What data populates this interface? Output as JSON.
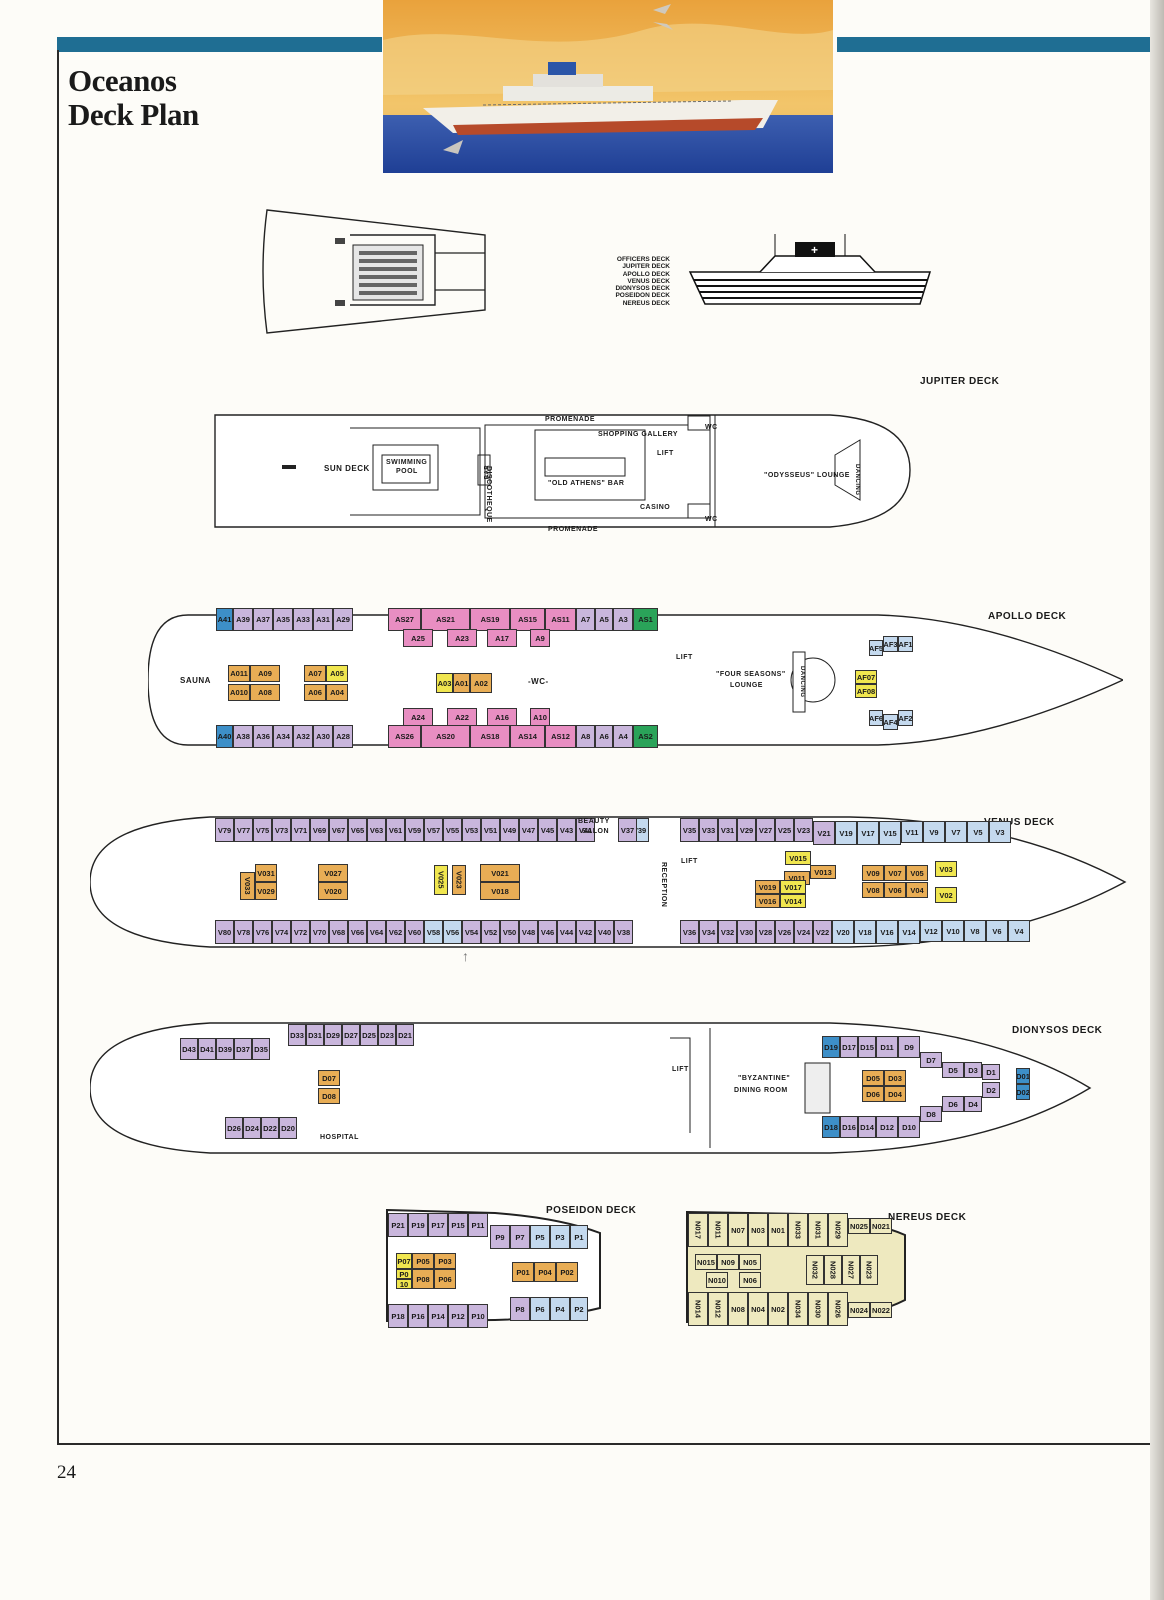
{
  "title": {
    "line1": "Oceanos",
    "line2": "Deck Plan"
  },
  "page_number": "24",
  "profile_decks": [
    "OFFICERS DECK",
    "JUPITER DECK",
    "APOLLO DECK",
    "VENUS DECK",
    "DIONYSOS DECK",
    "POSEIDON DECK",
    "NEREUS DECK"
  ],
  "jupiter": {
    "name": "JUPITER DECK",
    "labels": {
      "sun_deck": "SUN DECK",
      "pool_1": "SWIMMING",
      "pool_2": "POOL",
      "bar": "BAR",
      "disco": "DISCOTHEQUE",
      "shopping": "SHOPPING GALLERY",
      "old_athens": "\"OLD ATHENS\" BAR",
      "casino": "CASINO",
      "lift": "LIFT",
      "wc": "WC",
      "promenade": "PROMENADE",
      "lounge": "\"ODYSSEUS\" LOUNGE",
      "dancing": "DANCING"
    }
  },
  "apollo": {
    "name": "APOLLO DECK",
    "labels": {
      "sauna": "SAUNA",
      "wc": "-WC-",
      "lift": "LIFT",
      "lounge_1": "\"FOUR SEASONS\"",
      "lounge_2": "LOUNGE",
      "dancing": "DANCING"
    },
    "cabins_top": [
      "A41",
      "A39",
      "A37",
      "A35",
      "A33",
      "A31",
      "A29",
      "AS27",
      "AS21",
      "AS19",
      "AS15",
      "AS11",
      "A7",
      "A5",
      "A3",
      "AS1"
    ],
    "cabins_top_inner": [
      "A25",
      "A23",
      "A17",
      "A9"
    ],
    "cabins_bottom": [
      "A40",
      "A38",
      "A36",
      "A34",
      "A32",
      "A30",
      "A28",
      "AS26",
      "AS20",
      "AS18",
      "AS14",
      "AS12",
      "A8",
      "A6",
      "A4",
      "AS2"
    ],
    "cabins_bottom_inner": [
      "A24",
      "A22",
      "A16",
      "A10"
    ],
    "cabins_inner": [
      "A011",
      "A09",
      "A010",
      "A08",
      "A07",
      "A05",
      "A06",
      "A04",
      "A03",
      "A01",
      "A02"
    ],
    "cabins_fwd": [
      "AF5",
      "AF3",
      "AF1",
      "AF07",
      "AF08",
      "AF6",
      "AF4",
      "AF2"
    ]
  },
  "venus": {
    "name": "VENUS DECK",
    "labels": {
      "beauty_1": "BEAUTY",
      "beauty_2": "SALON",
      "reception": "RECEPTION",
      "lift": "LIFT"
    },
    "cabins_top": [
      "V79",
      "V77",
      "V75",
      "V73",
      "V71",
      "V69",
      "V67",
      "V65",
      "V63",
      "V61",
      "V59",
      "V57",
      "V55",
      "V53",
      "V51",
      "V49",
      "V47",
      "V45",
      "V43",
      "V41",
      "V39",
      "V37",
      "V35",
      "V33",
      "V31",
      "V29",
      "V27",
      "V25",
      "V23",
      "V21",
      "V19",
      "V17",
      "V15",
      "V11",
      "V9",
      "V7",
      "V5",
      "V3"
    ],
    "cabins_bottom": [
      "V80",
      "V78",
      "V76",
      "V74",
      "V72",
      "V70",
      "V68",
      "V66",
      "V64",
      "V62",
      "V60",
      "V58",
      "V56",
      "V54",
      "V52",
      "V50",
      "V48",
      "V46",
      "V44",
      "V42",
      "V40",
      "V38",
      "V36",
      "V34",
      "V32",
      "V30",
      "V28",
      "V26",
      "V24",
      "V22",
      "V20",
      "V18",
      "V16",
      "V14",
      "V12",
      "V10",
      "V8",
      "V6",
      "V4"
    ],
    "cabins_inner": [
      "V031",
      "V033",
      "V029",
      "V027",
      "V020",
      "V025",
      "V023",
      "V021",
      "V018",
      "V015",
      "V013",
      "V011",
      "V019",
      "V017",
      "V016",
      "V014",
      "V09",
      "V07",
      "V05",
      "V08",
      "V06",
      "V04",
      "V03",
      "V02"
    ]
  },
  "dionysos": {
    "name": "DIONYSOS DECK",
    "labels": {
      "hospital": "HOSPITAL",
      "lift": "LIFT",
      "dining_1": "\"BYZANTINE\"",
      "dining_2": "DINING ROOM"
    },
    "cabins_top": [
      "D43",
      "D41",
      "D39",
      "D37",
      "D35",
      "D33",
      "D31",
      "D29",
      "D27",
      "D25",
      "D23",
      "D21"
    ],
    "cabins_bottom": [
      "D26",
      "D24",
      "D22",
      "D20"
    ],
    "cabins_inner": [
      "D07",
      "D08",
      "D05",
      "D03",
      "D06",
      "D04",
      "D01",
      "D02"
    ],
    "cabins_fwd": [
      "D19",
      "D17",
      "D15",
      "D11",
      "D9",
      "D7",
      "D5",
      "D3",
      "D1",
      "D2",
      "D4",
      "D6",
      "D8",
      "D10",
      "D12",
      "D14",
      "D16",
      "D18"
    ]
  },
  "poseidon": {
    "name": "POSEIDON DECK",
    "cabins": [
      "P21",
      "P19",
      "P17",
      "P15",
      "P11",
      "P9",
      "P7",
      "P5",
      "P3",
      "P1",
      "P07",
      "P05",
      "P03",
      "P0",
      "10",
      "P08",
      "P06",
      "P01",
      "P04",
      "P02",
      "P18",
      "P16",
      "P14",
      "P12",
      "P10",
      "P8",
      "P6",
      "P4",
      "P2"
    ]
  },
  "nereus": {
    "name": "NEREUS DECK",
    "cabins": [
      "N017",
      "N011",
      "N07",
      "N03",
      "N01",
      "N033",
      "N031",
      "N029",
      "N025",
      "N021",
      "N015",
      "N09",
      "N05",
      "N010",
      "N06",
      "N032",
      "N028",
      "N027",
      "N023",
      "N014",
      "N012",
      "N08",
      "N04",
      "N02",
      "N034",
      "N030",
      "N026",
      "N024",
      "N022"
    ]
  },
  "colors": {
    "lavender": "#c9b6dc",
    "pink": "#e88ec2",
    "blue": "#3d8fc8",
    "lightblue": "#c4d9ee",
    "orange": "#e8ad55",
    "yellow": "#f0e64f",
    "green": "#2aa359",
    "cream": "#eee9bf",
    "band": "#1f6e93"
  }
}
